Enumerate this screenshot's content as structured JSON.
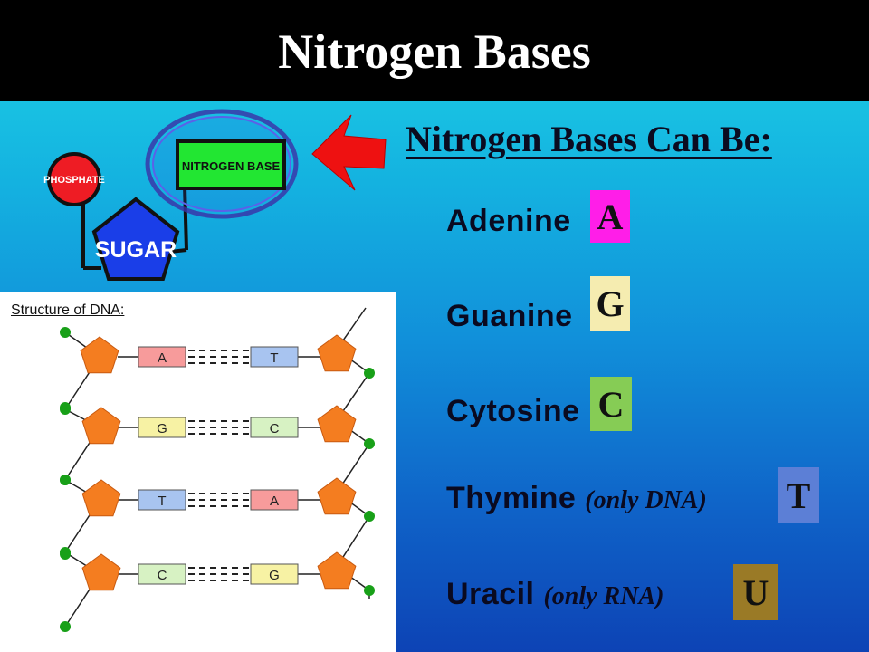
{
  "title": "Nitrogen Bases",
  "subtitle": "Nitrogen Bases Can Be:",
  "diagram": {
    "phosphate_label": "PHOSPHATE",
    "sugar_label": "SUGAR",
    "nitrogen_base_label": "NITROGEN BASE"
  },
  "bases": [
    {
      "name": "Adenine",
      "note": "",
      "letter": "A",
      "color": "#ff1ee8"
    },
    {
      "name": "Guanine",
      "note": "",
      "letter": "G",
      "color": "#f5ecb0"
    },
    {
      "name": "Cytosine",
      "note": "",
      "letter": "C",
      "color": "#86cc55"
    },
    {
      "name": "Thymine",
      "note": "(only DNA)",
      "letter": "T",
      "color": "#5c7fd6"
    },
    {
      "name": "Uracil",
      "note": "(only RNA)",
      "letter": "U",
      "color": "#9a7a26"
    }
  ],
  "dna_structure": {
    "title": "Structure of DNA:",
    "pairs": [
      {
        "left": "A",
        "right": "T",
        "left_color": "#f79b9b",
        "right_color": "#a8c4f0"
      },
      {
        "left": "G",
        "right": "C",
        "left_color": "#f7f2a4",
        "right_color": "#d7f2c3"
      },
      {
        "left": "T",
        "right": "A",
        "left_color": "#a8c4f0",
        "right_color": "#f79b9b"
      },
      {
        "left": "C",
        "right": "G",
        "left_color": "#d7f2c3",
        "right_color": "#f7f2a4"
      }
    ]
  }
}
